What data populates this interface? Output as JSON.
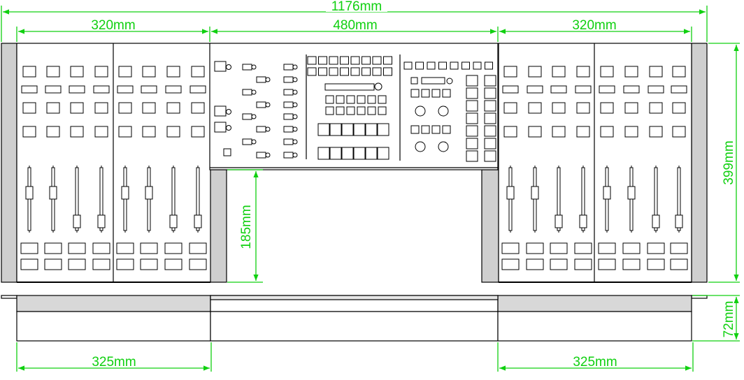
{
  "dimensions": {
    "total_width": "1176mm",
    "left_section_width": "320mm",
    "center_section_width": "480mm",
    "right_section_width": "320mm",
    "height": "399mm",
    "center_depth": "185mm",
    "base_height": "72mm",
    "left_base_width": "325mm",
    "right_base_width": "325mm"
  },
  "colors": {
    "dimension_line": "#10d010",
    "outline": "#000000",
    "side_cheek": "#cfcfcf",
    "panel": "#ffffff"
  }
}
